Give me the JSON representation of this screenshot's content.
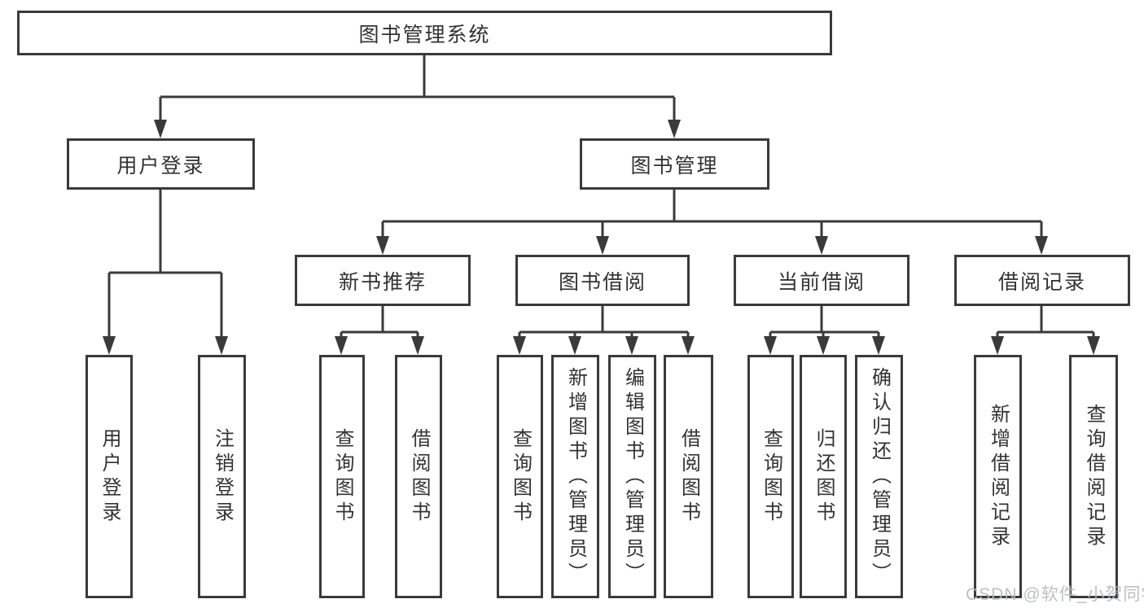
{
  "diagram_type": "hierarchy-tree",
  "colors": {
    "background": "#ffffff",
    "line": "#3a3a3a",
    "box_border": "#3a3a3a",
    "text": "#333333",
    "watermark": "#b6bac0"
  },
  "watermark": "CSDN @软件_小贺同学",
  "tree": {
    "label": "图书管理系统",
    "children": [
      {
        "label": "用户登录",
        "children": [
          {
            "label": "用户登录"
          },
          {
            "label": "注销登录"
          }
        ]
      },
      {
        "label": "图书管理",
        "children": [
          {
            "label": "新书推荐",
            "children": [
              {
                "label": "查询图书"
              },
              {
                "label": "借阅图书"
              }
            ]
          },
          {
            "label": "图书借阅",
            "children": [
              {
                "label": "查询图书"
              },
              {
                "label": "新增图书（管理员）"
              },
              {
                "label": "编辑图书（管理员）"
              },
              {
                "label": "借阅图书"
              }
            ]
          },
          {
            "label": "当前借阅",
            "children": [
              {
                "label": "查询图书"
              },
              {
                "label": "归还图书"
              },
              {
                "label": "确认归还（管理员）"
              }
            ]
          },
          {
            "label": "借阅记录",
            "children": [
              {
                "label": "新增借阅记录"
              },
              {
                "label": "查询借阅记录"
              }
            ]
          }
        ]
      }
    ]
  }
}
